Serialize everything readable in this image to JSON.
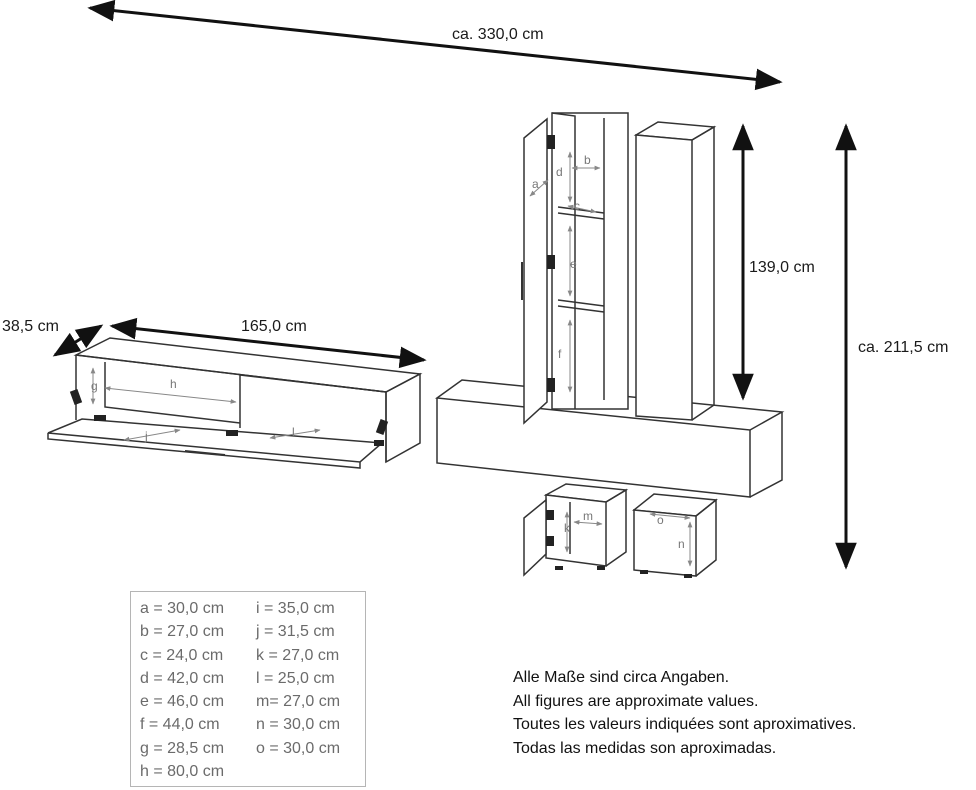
{
  "dimensions": {
    "total_width": "ca. 330,0 cm",
    "depth": "38,5 cm",
    "lowboard_width": "165,0 cm",
    "cabinet_height": "139,0 cm",
    "total_height": "ca. 211,5 cm"
  },
  "part_labels": [
    "a",
    "b",
    "c",
    "d",
    "e",
    "f",
    "g",
    "h",
    "j",
    "l",
    "k",
    "m",
    "o",
    "n"
  ],
  "legend": {
    "left": [
      "a = 30,0 cm",
      "b = 27,0 cm",
      "c = 24,0 cm",
      "d = 42,0 cm",
      "e = 46,0 cm",
      "f = 44,0 cm",
      "g = 28,5 cm",
      "h = 80,0 cm"
    ],
    "right": [
      "i = 35,0 cm",
      "j = 31,5 cm",
      "k = 27,0 cm",
      "l = 25,0 cm",
      "m= 27,0 cm",
      "n = 30,0 cm",
      "o = 30,0 cm"
    ]
  },
  "notes": [
    "Alle Maße sind circa Angaben.",
    "All figures are approximate values.",
    "Toutes les valeurs indiquées sont aproximatives.",
    "Todas las medidas son aproximadas."
  ]
}
